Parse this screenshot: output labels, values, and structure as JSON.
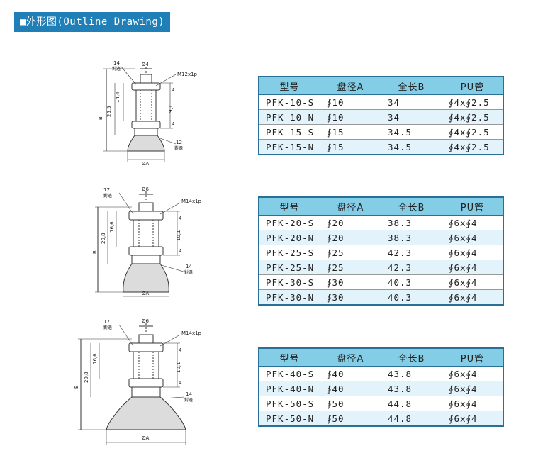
{
  "header": {
    "title": "■外形图(Outline Drawing)"
  },
  "table_headers": [
    "型号",
    "盘径A",
    "全长B",
    "PU管"
  ],
  "tables": [
    {
      "rows": [
        [
          "PFK-10-S",
          "∮10",
          "34",
          "∮4x∮2.5"
        ],
        [
          "PFK-10-N",
          "∮10",
          "34",
          "∮4x∮2.5"
        ],
        [
          "PFK-15-S",
          "∮15",
          "34.5",
          "∮4x∮2.5"
        ],
        [
          "PFK-15-N",
          "∮15",
          "34.5",
          "∮4x∮2.5"
        ]
      ]
    },
    {
      "rows": [
        [
          "PFK-20-S",
          "∮20",
          "38.3",
          "∮6x∮4"
        ],
        [
          "PFK-20-N",
          "∮20",
          "38.3",
          "∮6x∮4"
        ],
        [
          "PFK-25-S",
          "∮25",
          "42.3",
          "∮6x∮4"
        ],
        [
          "PFK-25-N",
          "∮25",
          "42.3",
          "∮6x∮4"
        ],
        [
          "PFK-30-S",
          "∮30",
          "40.3",
          "∮6x∮4"
        ],
        [
          "PFK-30-N",
          "∮30",
          "40.3",
          "∮6x∮4"
        ]
      ]
    },
    {
      "rows": [
        [
          "PFK-40-S",
          "∮40",
          "43.8",
          "∮6x∮4"
        ],
        [
          "PFK-40-N",
          "∮40",
          "43.8",
          "∮6x∮4"
        ],
        [
          "PFK-50-S",
          "∮50",
          "44.8",
          "∮6x∮4"
        ],
        [
          "PFK-50-N",
          "∮50",
          "44.8",
          "∮6x∮4"
        ]
      ]
    }
  ],
  "drawings": [
    {
      "dia_top": "Ø4",
      "thread": "M12x1p",
      "hex_top": "14",
      "hex_top_sub": "對邊",
      "dim_a": "14,4",
      "dim_b": "25,5",
      "dim_c": "4",
      "dim_d": "9,1",
      "dim_e": "4",
      "hex_bot": "12",
      "hex_bot_sub": "對邊",
      "label_b": "B",
      "label_a": "ØA"
    },
    {
      "dia_top": "Ø6",
      "thread": "M14x1p",
      "hex_top": "17",
      "hex_top_sub": "對邊",
      "dim_a": "16,6",
      "dim_b": "29,8",
      "dim_c": "4",
      "dim_d": "10,1",
      "dim_e": "4",
      "hex_bot": "14",
      "hex_bot_sub": "對邊",
      "label_b": "B",
      "label_a": "ØA"
    },
    {
      "dia_top": "Ø6",
      "thread": "M14x1p",
      "hex_top": "17",
      "hex_top_sub": "對邊",
      "dim_a": "16,6",
      "dim_b": "29,8",
      "dim_c": "4",
      "dim_d": "10,1",
      "dim_e": "4",
      "hex_bot": "14",
      "hex_bot_sub": "對邊",
      "label_b": "B",
      "label_a": "ØA"
    }
  ],
  "colors": {
    "header_bg": "#1f7fb6",
    "table_head": "#83cde7",
    "table_alt": "#e3f3fb",
    "table_border": "#2a6f96"
  }
}
